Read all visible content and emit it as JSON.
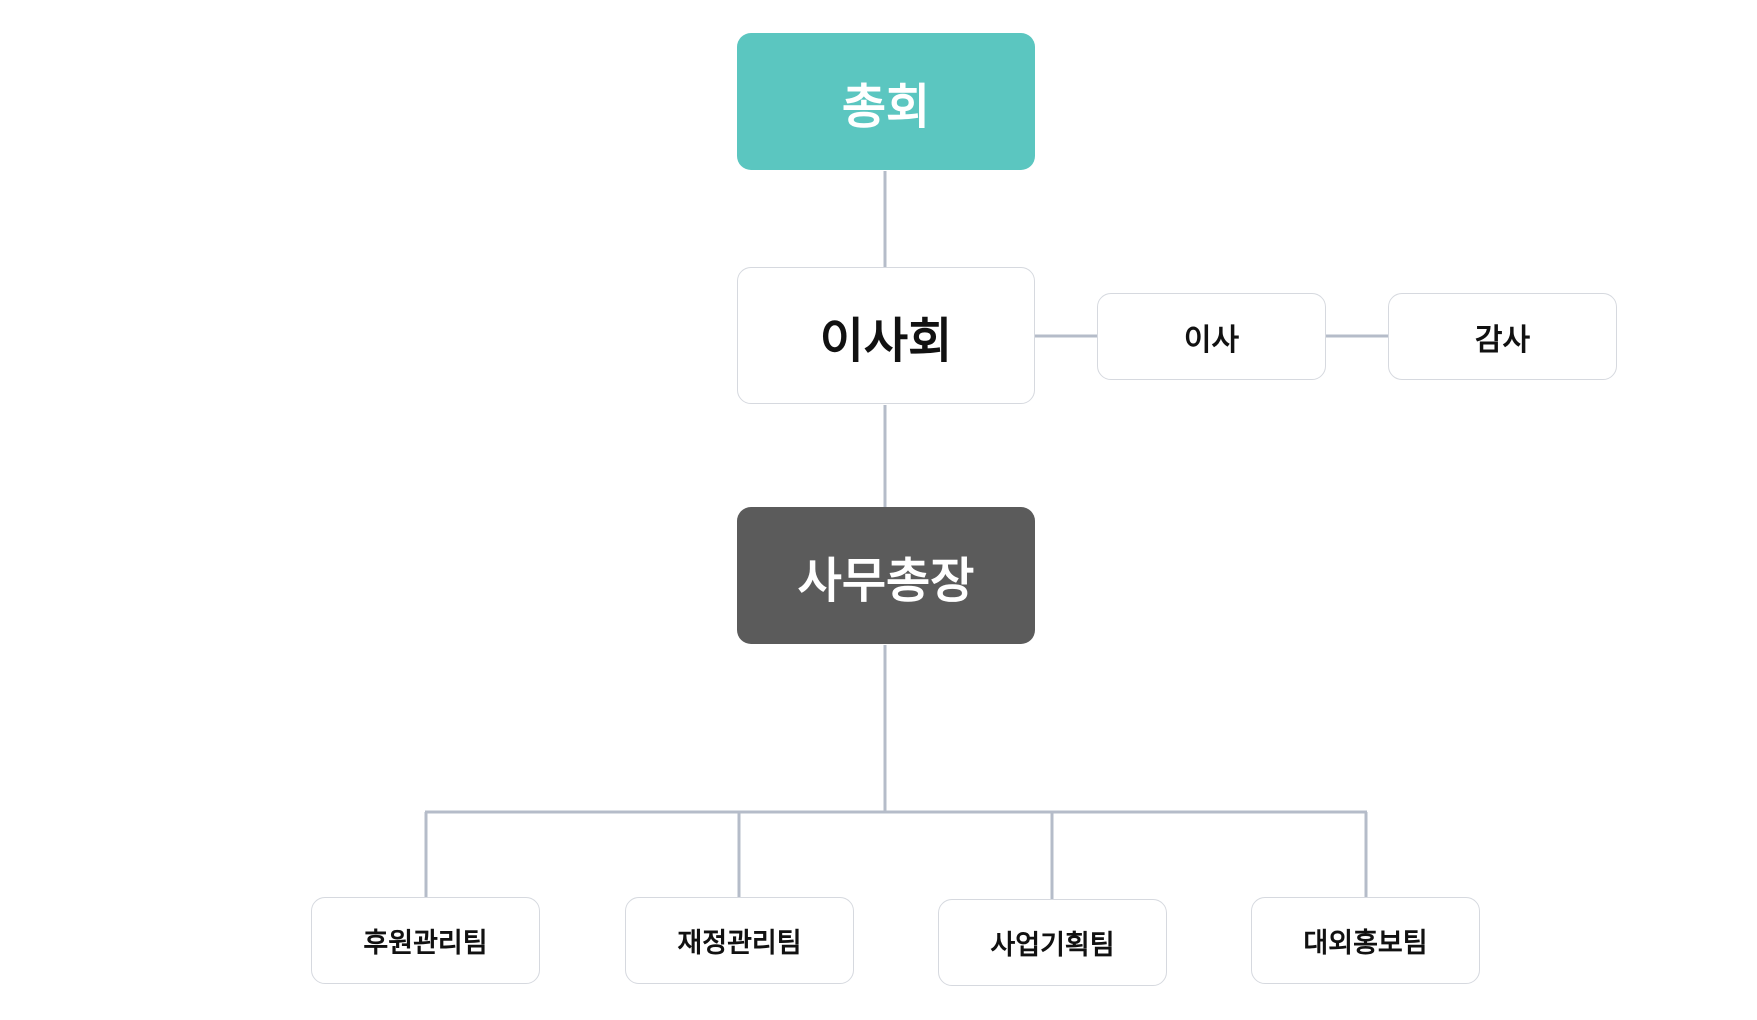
{
  "org_chart": {
    "general_assembly": "총회",
    "board": "이사회",
    "director": "이사",
    "auditor": "감사",
    "secretary_general": "사무총장",
    "teams": [
      "후원관리팀",
      "재정관리팀",
      "사업기획팀",
      "대외홍보팀"
    ]
  },
  "colors": {
    "general_assembly_fill": "#5bc6c0",
    "secretary_general_fill": "#5b5b5b",
    "connector": "#b5bcc9",
    "box_border": "#d6d9df"
  }
}
